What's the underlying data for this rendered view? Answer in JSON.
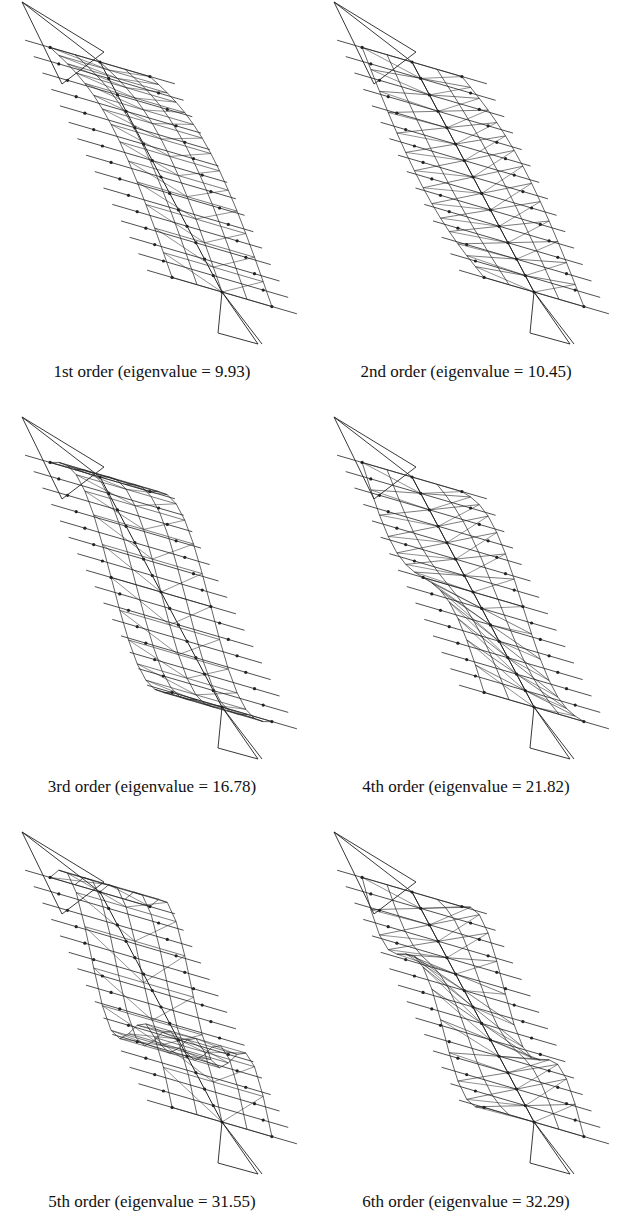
{
  "diagram": {
    "labels": [
      "1st order (eigenvalue = 9.93)",
      "2nd order (eigenvalue = 10.45)",
      "3rd order (eigenvalue = 16.78)",
      "4th order (eigenvalue = 21.82)",
      "5th order (eigenvalue = 31.55)",
      "6th order (eigenvalue = 32.29)"
    ]
  }
}
